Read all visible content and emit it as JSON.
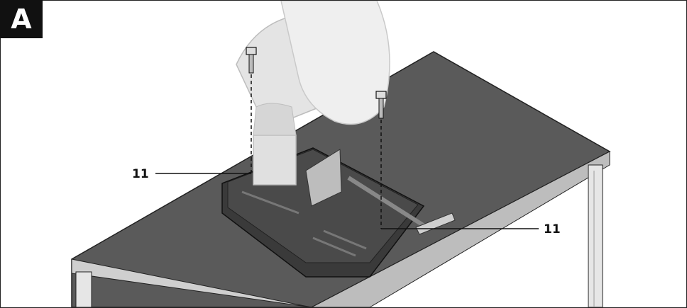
{
  "figure": {
    "tag": "A",
    "callouts": [
      {
        "id": "left",
        "label": "11"
      },
      {
        "id": "right",
        "label": "11"
      }
    ]
  }
}
